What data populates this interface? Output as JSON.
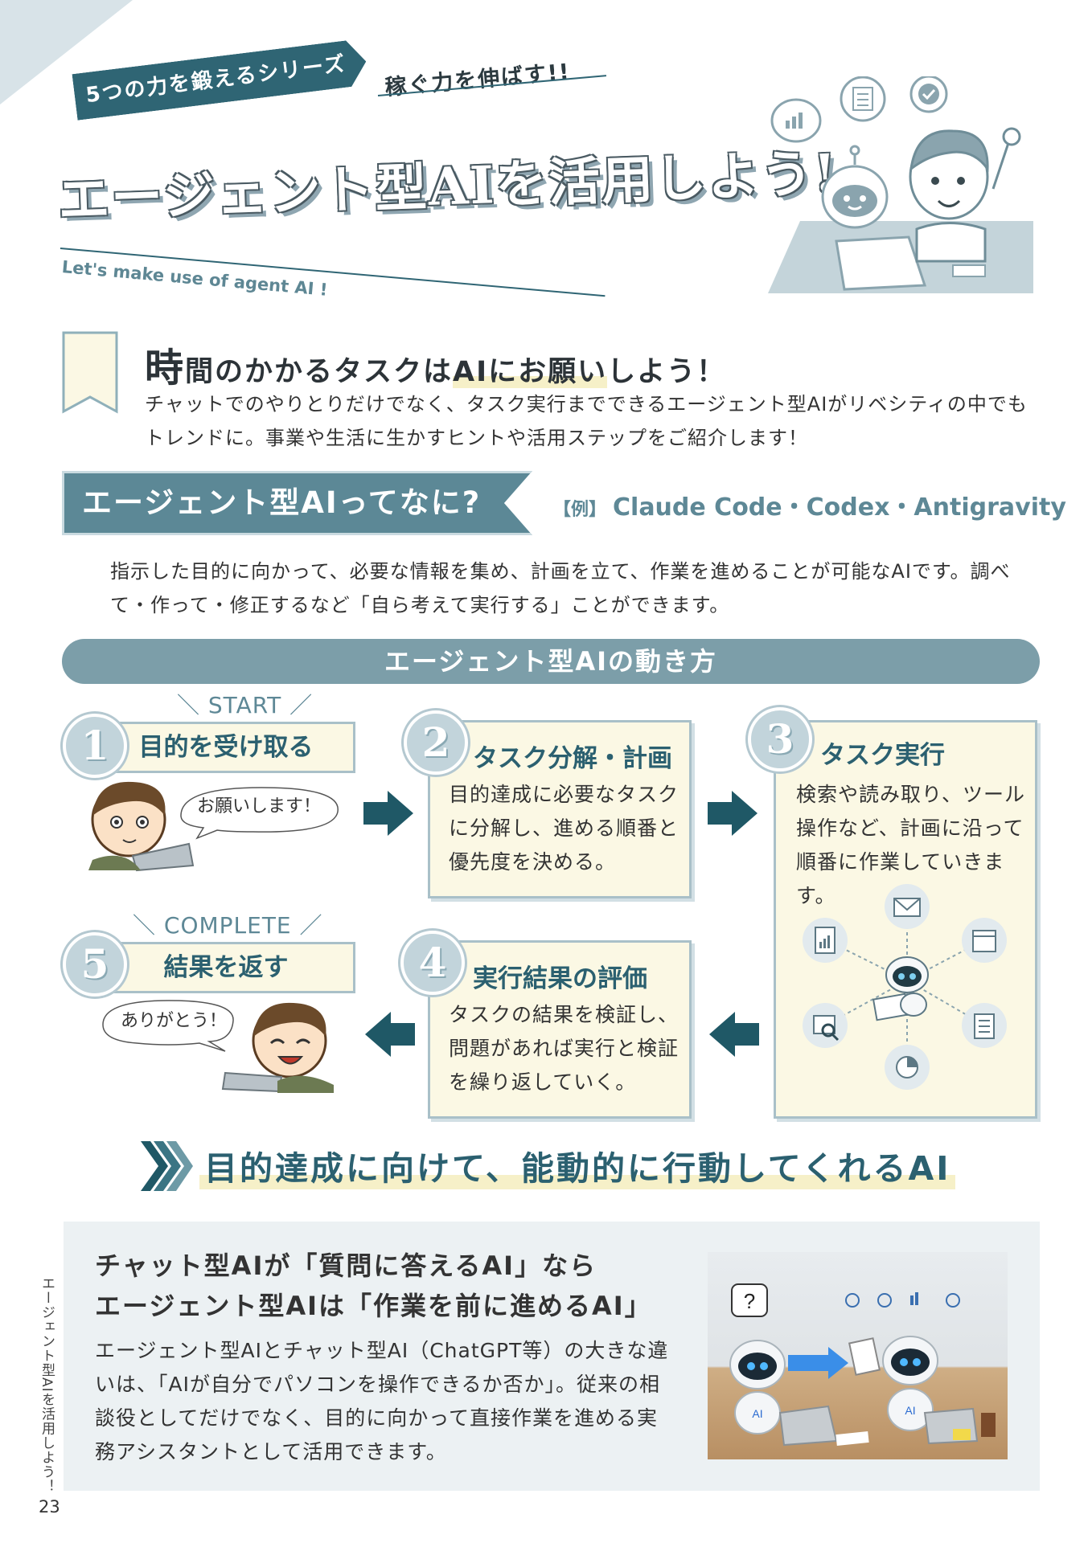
{
  "header": {
    "series_banner": "5つの力を鍛えるシリーズ",
    "series_sub": "稼ぐ力を伸ばす!!",
    "title": "エージェント型AIを活用しよう!",
    "subtitle_en": "Let's make use of agent AI !"
  },
  "intro": {
    "title_first_char": "時",
    "title_rest": "間のかかるタスクは",
    "title_highlight": "AIにお願い",
    "title_end": "しよう！",
    "text": "チャットでのやりとりだけでなく、タスク実行までできるエージェント型AIがリベシティの中でもトレンドに。事業や生活に生かすヒントや活用ステップをご紹介します！"
  },
  "what": {
    "banner": "エージェント型AIってなに?",
    "example_tag": "【例】",
    "example_text": "Claude Code・Codex・Antigravity",
    "text": "指示した目的に向かって、必要な情報を集め、計画を立て、作業を進めることが可能なAIです。調べて・作って・修正するなど「自ら考えて実行する」ことができます。"
  },
  "flow": {
    "banner": "エージェント型AIの動き方",
    "start_label": "＼ START ／",
    "complete_label": "＼ COMPLETE ／",
    "steps": [
      {
        "num": "1",
        "title": "目的を受け取る",
        "bubble": "お願いします！"
      },
      {
        "num": "2",
        "title": "タスク分解・計画",
        "body": "目的達成に必要なタスクに分解し、進める順番と優先度を決める。"
      },
      {
        "num": "3",
        "title": "タスク実行",
        "body": "検索や読み取り、ツール操作など、計画に沿って順番に作業していきます。"
      },
      {
        "num": "4",
        "title": "実行結果の評価",
        "body": "タスクの結果を検証し、問題があれば実行と検証を繰り返していく。"
      },
      {
        "num": "5",
        "title": "結果を返す",
        "bubble": "ありがとう！"
      }
    ]
  },
  "conclusion": "目的達成に向けて、能動的に行動してくれるAI",
  "bottom": {
    "heading_line1": "チャット型AIが「質問に答えるAI」なら",
    "heading_line2": "エージェント型AIは「作業を前に進めるAI」",
    "text": "エージェント型AIとチャット型AI（ChatGPT等）の大きな違いは、「AIが自分でパソコンを操作できるか否か」。従来の相談役としてだけでなく、目的に向かって直接作業を進める実務アシスタントとして活用できます。",
    "photo_question": "?",
    "photo_robot_label": "AI"
  },
  "side_text": "エージェント型AIを活用しよう！",
  "page_number": "23",
  "colors": {
    "teal_dark": "#2f6574",
    "teal_mid": "#5c8896",
    "teal_light": "#7c9ea9",
    "cream": "#fbf8e4",
    "highlight": "#f6f0c8"
  }
}
